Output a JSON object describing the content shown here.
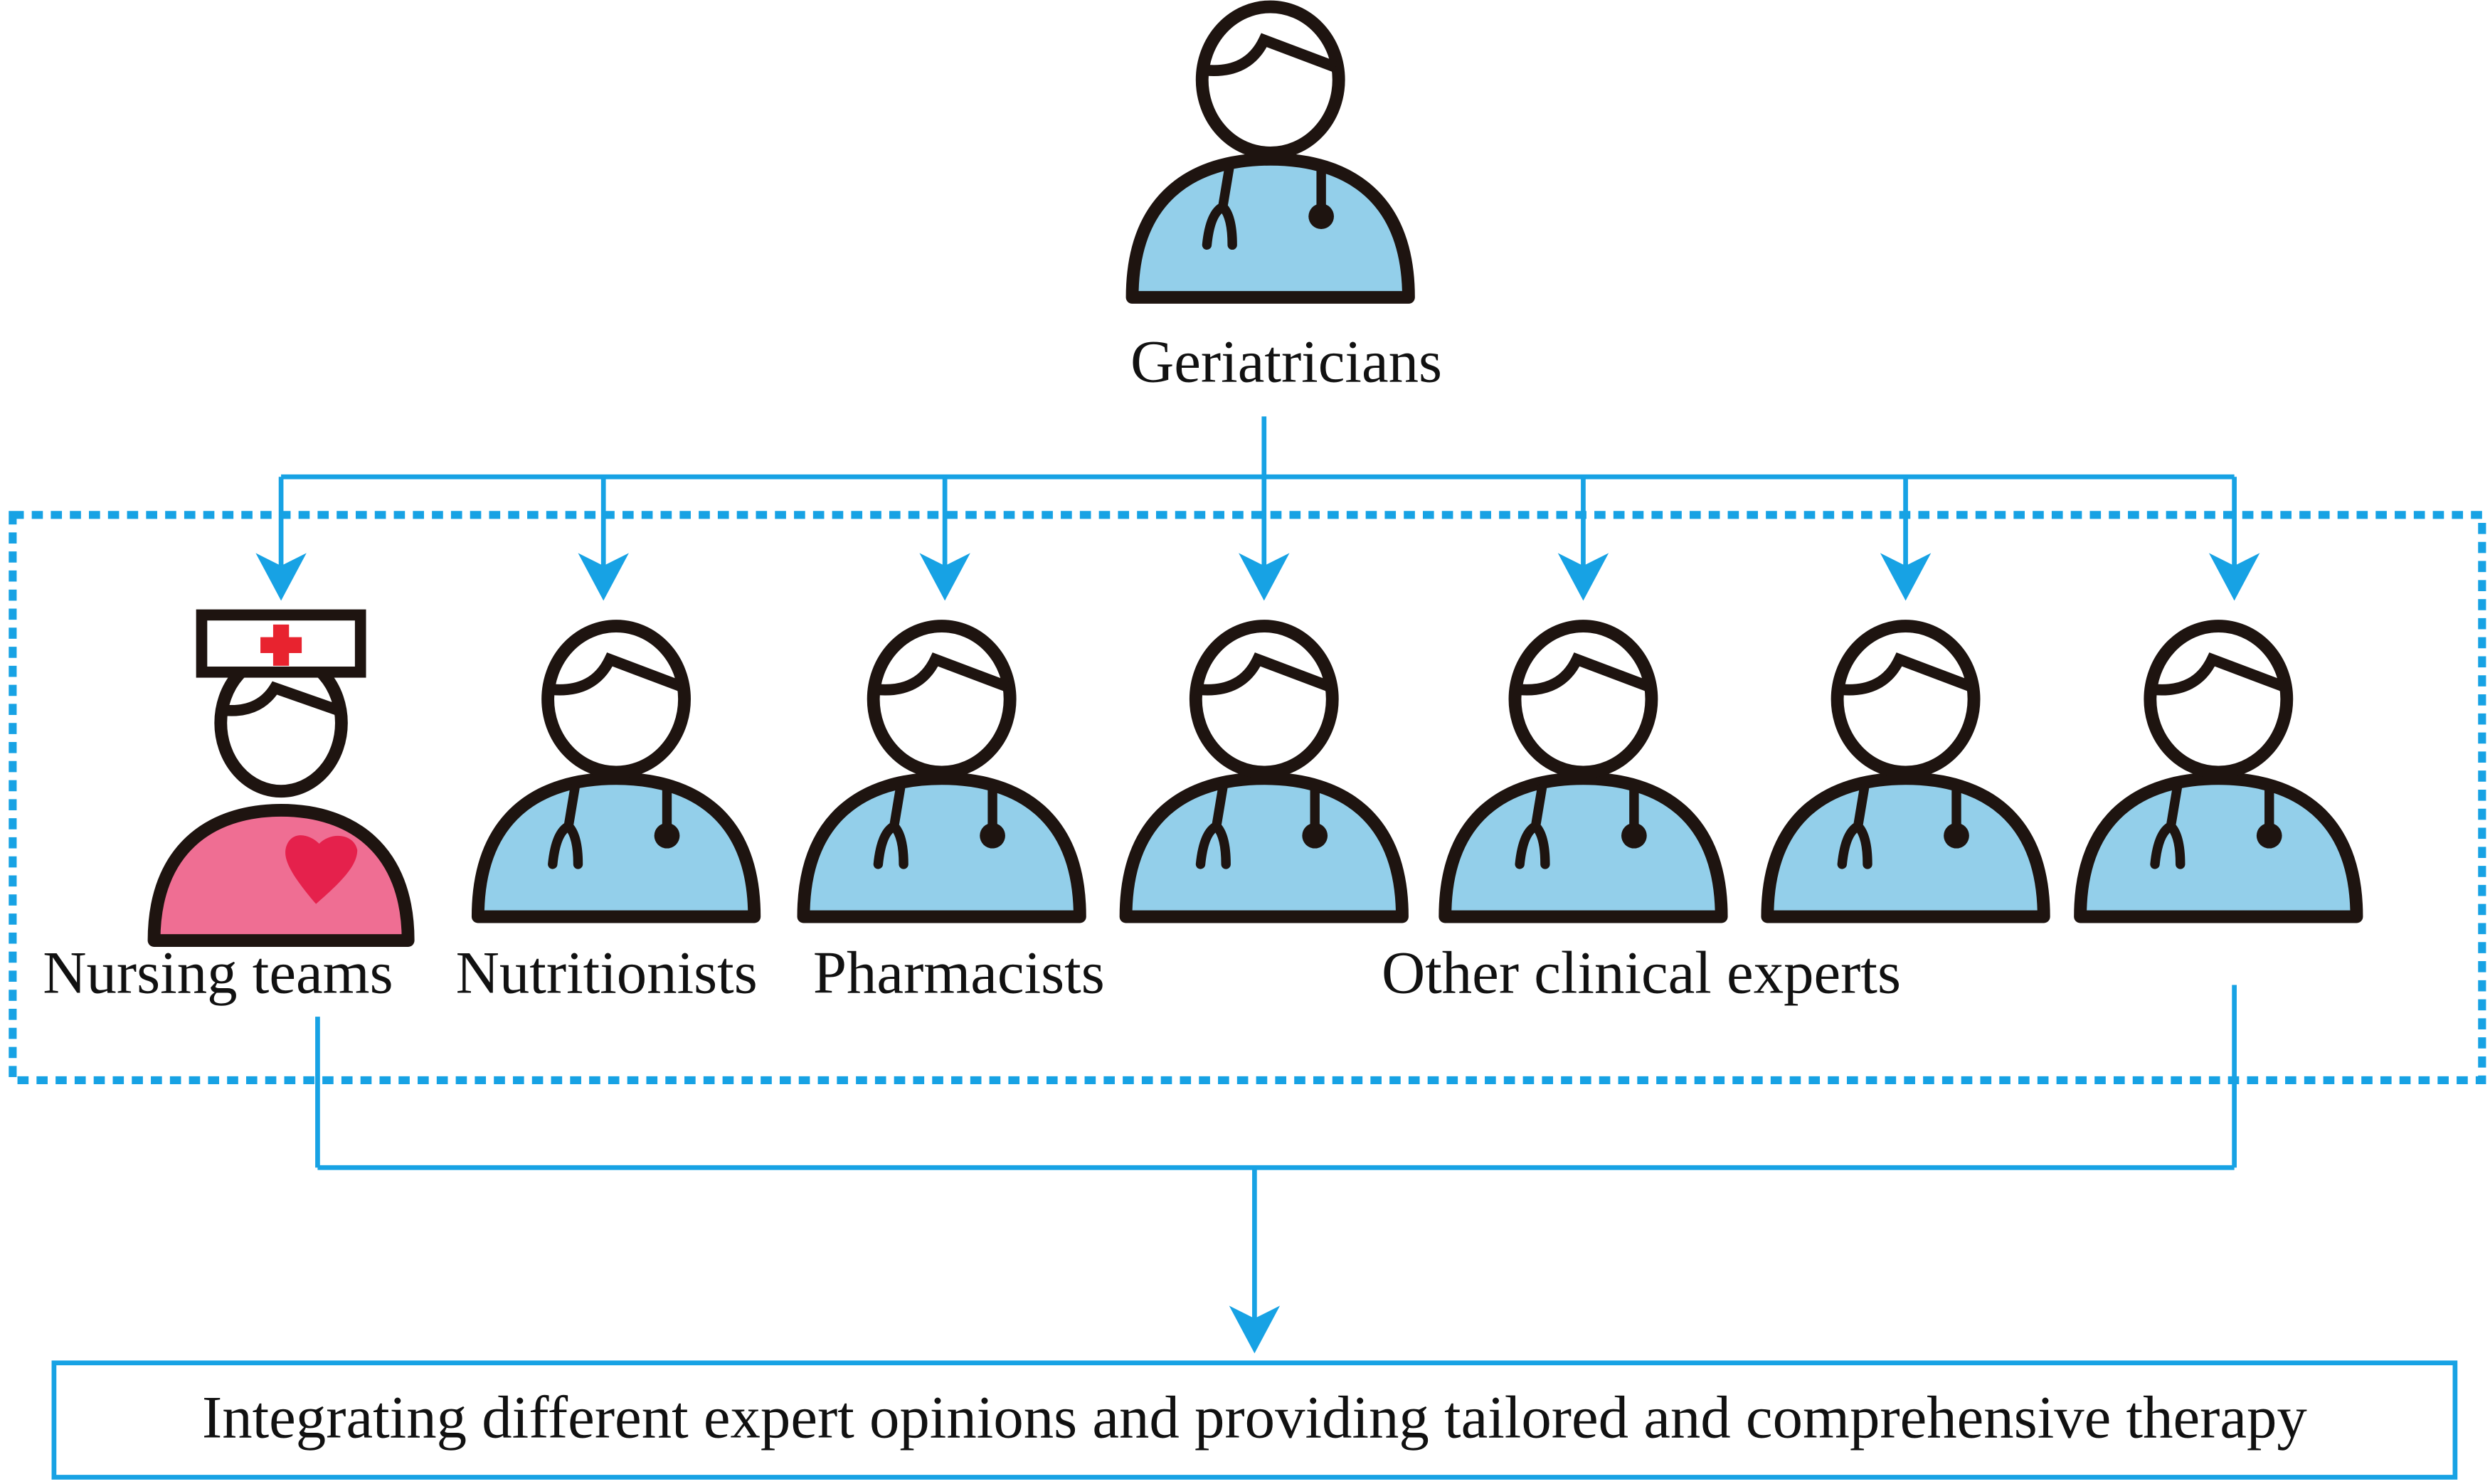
{
  "top": {
    "label": "Geriatricians"
  },
  "members": [
    {
      "label": "Nursing teams",
      "type": "nurse"
    },
    {
      "label": "Nutritionists",
      "type": "doctor"
    },
    {
      "label": "Pharmacists",
      "type": "doctor"
    },
    {
      "label": "",
      "type": "doctor"
    },
    {
      "label": "Other clinical experts",
      "type": "doctor"
    },
    {
      "label": "",
      "type": "doctor"
    },
    {
      "label": "",
      "type": "doctor"
    }
  ],
  "result": {
    "label": "Integrating different expert opinions and providing tailored and comprehensive therapy"
  },
  "colors": {
    "accent": "#17a2e4",
    "doctor_fill": "#93cfea",
    "nurse_fill": "#ef6e93",
    "heart": "#e5214c",
    "cross": "#e8232f",
    "outline": "#1e1410"
  }
}
